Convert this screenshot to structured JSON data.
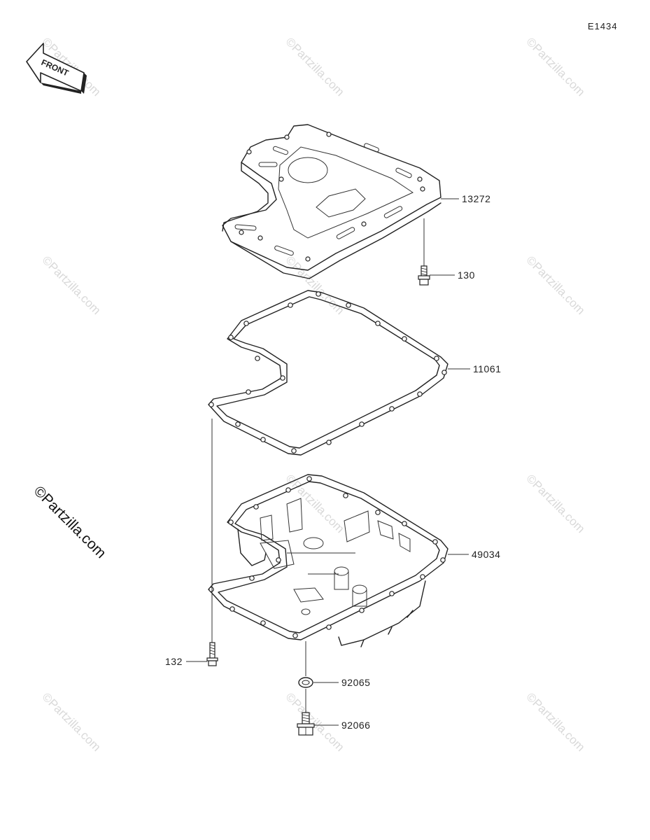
{
  "diagram": {
    "code": "E1434",
    "front_label": "FRONT",
    "copyright": "©Partzilla.com",
    "watermark": "©Partzilla.com"
  },
  "parts": [
    {
      "number": "13272",
      "icon": "oil-pan-cover-plate-icon"
    },
    {
      "number": "130",
      "icon": "flange-bolt-icon"
    },
    {
      "number": "11061",
      "icon": "oil-pan-gasket-icon"
    },
    {
      "number": "49034",
      "icon": "oil-pan-icon"
    },
    {
      "number": "132",
      "icon": "bolt-icon"
    },
    {
      "number": "92065",
      "icon": "washer-icon"
    },
    {
      "number": "92066",
      "icon": "drain-plug-icon"
    }
  ]
}
